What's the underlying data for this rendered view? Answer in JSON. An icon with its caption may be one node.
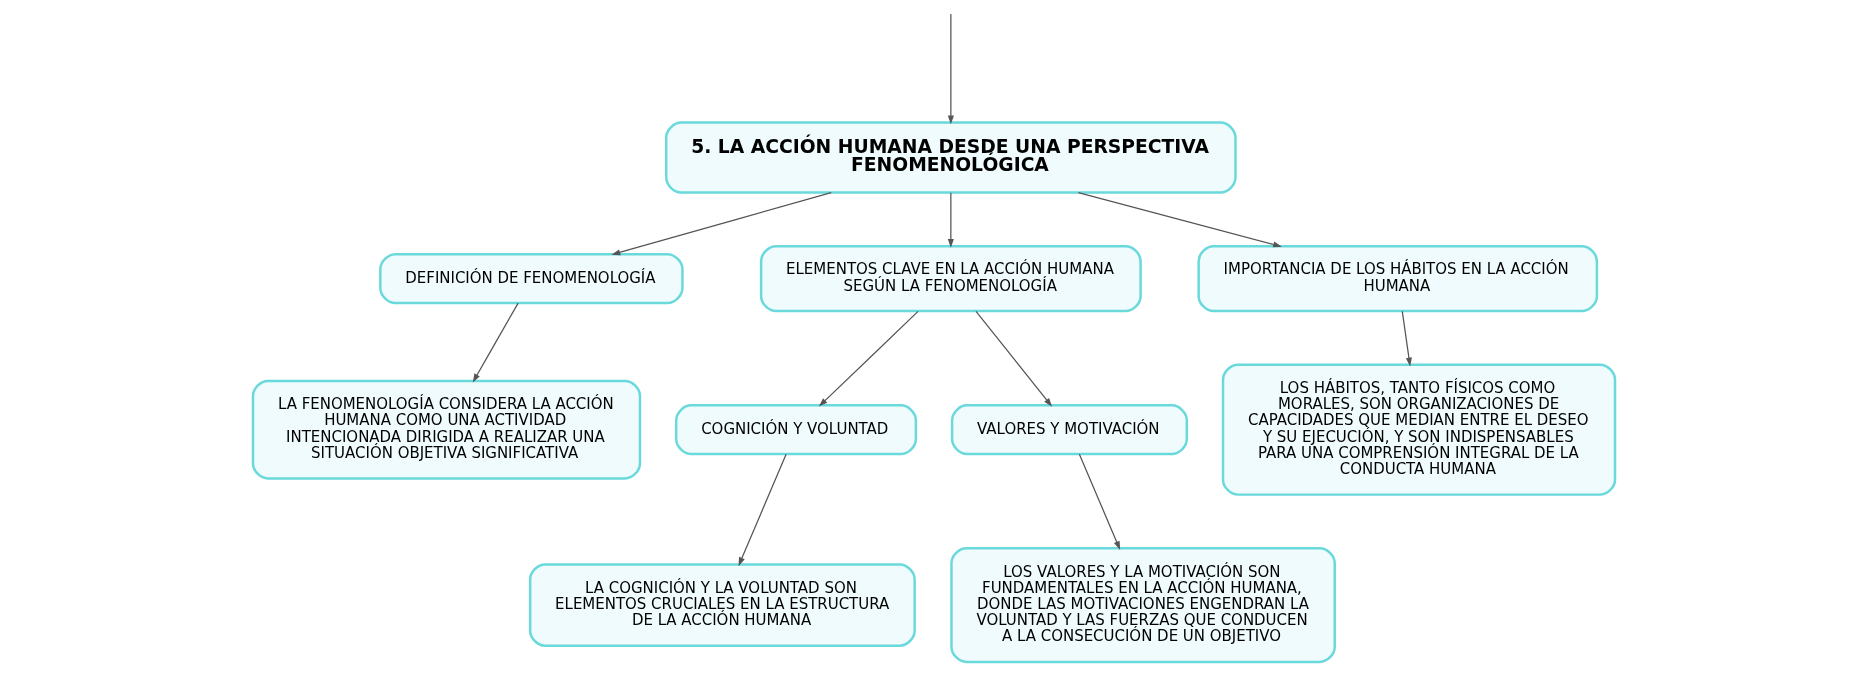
{
  "diagram": {
    "nodes": [
      {
        "text": [
          "5. LA ACCIÓN HUMANA DESDE UNA PERSPECTIVA FENOMENOLÓGICA"
        ]
      },
      {
        "text": [
          "DEFINICIÓN DE FENOMENOLOGÍA"
        ]
      },
      {
        "text": [
          "LA FENOMENOLOGÍA CONSIDERA LA ACCIÓN HUMANA COMO UNA ACTIVIDAD INTENCIONADA DIRIGIDA A REALIZAR UNA SITUACIÓN OBJETIVA SIGNIFICATIVA"
        ]
      },
      {
        "text": [
          "ELEMENTOS CLAVE EN LA ACCIÓN HUMANA SEGÚN LA FENOMENOLOGÍA"
        ]
      },
      {
        "text": [
          "COGNICIÓN Y VOLUNTAD"
        ]
      },
      {
        "text": [
          "LA COGNICIÓN Y LA VOLUNTAD SON ELEMENTOS CRUCIALES EN LA ESTRUCTURA DE LA ACCIÓN HUMANA"
        ]
      },
      {
        "text": [
          "VALORES Y MOTIVACIÓN"
        ]
      },
      {
        "text": [
          "LOS VALORES Y LA MOTIVACIÓN SON FUNDAMENTALES EN LA ACCIÓN HUMANA, DONDE LAS MOTIVACIONES ENGENDRAN LA VOLUNTAD Y LAS FUERZAS QUE CONDUCEN A LA CONSECUCIÓN DE UN OBJETIVO"
        ]
      },
      {
        "text": [
          "IMPORTANCIA DE LOS HÁBITOS EN LA ACCIÓN HUMANA"
        ]
      },
      {
        "text": [
          "LOS HÁBITOS, TANTO FÍSICOS COMO MORALES, SON ORGANIZACIONES DE CAPACIDADES QUE MEDIAN ENTRE EL DESEO Y SU EJECUCIÓN, Y SON INDISPENSABLES PARA UNA COMPRENSIÓN INTEGRAL DE LA CONDUCTA HUMANA"
        ]
      }
    ],
    "edges": [
      {
        "from": null,
        "to": 0,
        "arrow": "to"
      },
      {
        "from": 0,
        "to": 1,
        "arrow": "to"
      },
      {
        "from": 0,
        "to": 3,
        "arrow": "to"
      },
      {
        "from": 0,
        "to": 8,
        "arrow": "to"
      },
      {
        "from": 1,
        "to": 2,
        "arrow": "to"
      },
      {
        "from": 3,
        "to": 4,
        "arrow": "to"
      },
      {
        "from": 3,
        "to": 6,
        "arrow": "to"
      },
      {
        "from": 4,
        "to": 5,
        "arrow": "to"
      },
      {
        "from": 6,
        "to": 7,
        "arrow": "to"
      },
      {
        "from": 8,
        "to": 9,
        "arrow": "to"
      }
    ]
  }
}
